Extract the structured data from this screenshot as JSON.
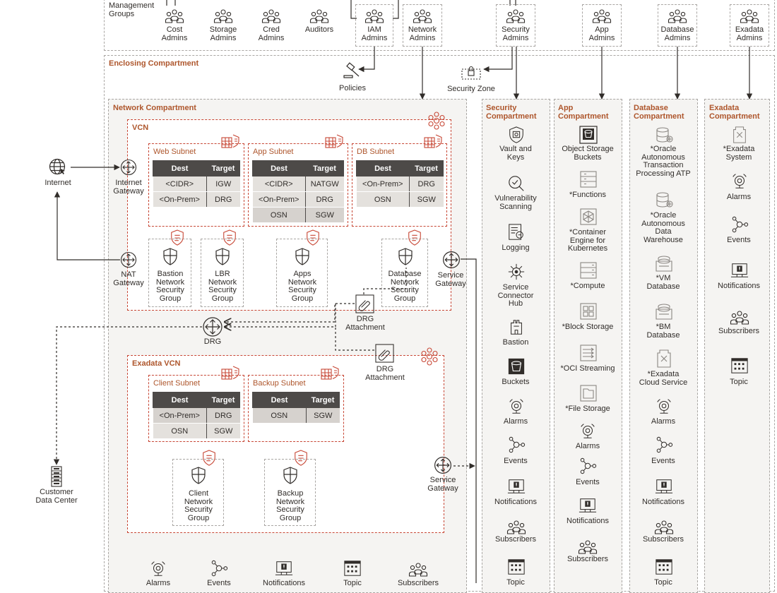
{
  "management": {
    "title": "Management\nGroups",
    "groups": [
      {
        "id": "cost",
        "label": "Cost\nAdmins"
      },
      {
        "id": "storage",
        "label": "Storage\nAdmins"
      },
      {
        "id": "cred",
        "label": "Cred\nAdmins"
      },
      {
        "id": "auditors",
        "label": "Auditors"
      },
      {
        "id": "iam",
        "label": "IAM\nAdmins"
      },
      {
        "id": "network",
        "label": "Network\nAdmins"
      },
      {
        "id": "security",
        "label": "Security\nAdmins"
      },
      {
        "id": "app",
        "label": "App\nAdmins"
      },
      {
        "id": "database",
        "label": "Database\nAdmins"
      },
      {
        "id": "exadata",
        "label": "Exadata\nAdmins"
      }
    ]
  },
  "enclosing": {
    "title": "Enclosing Compartment",
    "policies": "Policies",
    "security_zone": "Security Zone"
  },
  "internet": {
    "label": "Internet"
  },
  "internet_gateway": {
    "label": "Internet\nGateway"
  },
  "nat_gateway": {
    "label": "NAT\nGateway"
  },
  "drg": {
    "label": "DRG"
  },
  "customer_dc": {
    "label": "Customer\nData Center"
  },
  "network": {
    "title": "Network Compartment",
    "vcn": {
      "title": "VCN",
      "subnets": [
        {
          "title": "Web Subnet",
          "headers": [
            "Dest",
            "Target"
          ],
          "rows": [
            [
              "<CIDR>",
              "IGW"
            ],
            [
              "<On-Prem>",
              "DRG"
            ]
          ]
        },
        {
          "title": "App Subnet",
          "headers": [
            "Dest",
            "Target"
          ],
          "rows": [
            [
              "<CIDR>",
              "NATGW"
            ],
            [
              "<On-Prem>",
              "DRG"
            ],
            [
              "OSN",
              "SGW"
            ]
          ]
        },
        {
          "title": "DB Subnet",
          "headers": [
            "Dest",
            "Target"
          ],
          "rows": [
            [
              "<On-Prem>",
              "DRG"
            ],
            [
              "OSN",
              "SGW"
            ]
          ]
        }
      ],
      "nsgs": [
        "Bastion\nNetwork\nSecurity\nGroup",
        "LBR\nNetwork\nSecurity\nGroup",
        "Apps\nNetwork\nSecurity\nGroup",
        "Database\nNetwork\nSecurity\nGroup"
      ],
      "service_gateway": "Service\nGateway",
      "drg_attachment": "DRG\nAttachment"
    },
    "exadata_vcn": {
      "title": "Exadata VCN",
      "subnets": [
        {
          "title": "Client Subnet",
          "headers": [
            "Dest",
            "Target"
          ],
          "rows": [
            [
              "<On-Prem>",
              "DRG"
            ],
            [
              "OSN",
              "SGW"
            ]
          ]
        },
        {
          "title": "Backup Subnet",
          "headers": [
            "Dest",
            "Target"
          ],
          "rows": [
            [
              "OSN",
              "SGW"
            ]
          ]
        }
      ],
      "nsgs": [
        "Client\nNetwork\nSecurity\nGroup",
        "Backup\nNetwork\nSecurity\nGroup"
      ],
      "service_gateway": "Service\nGateway",
      "drg_attachment": "DRG\nAttachment"
    },
    "bottom_services": [
      "Alarms",
      "Events",
      "Notifications",
      "Topic",
      "Subscribers"
    ]
  },
  "security_compartment": {
    "title": "Security\nCompartment",
    "services": [
      "Vault and\nKeys",
      "Vulnerability\nScanning",
      "Logging",
      "Service\nConnector\nHub",
      "Bastion",
      "Buckets",
      "Alarms",
      "Events",
      "Notifications",
      "Subscribers",
      "Topic"
    ]
  },
  "app_compartment": {
    "title": "App\nCompartment",
    "services": [
      "Object Storage\nBuckets",
      "*Functions",
      "*Container\nEngine for\nKubernetes",
      "*Compute",
      "*Block Storage",
      "*OCI Streaming",
      "*File Storage",
      "Alarms",
      "Events",
      "Notifications",
      "Subscribers"
    ]
  },
  "database_compartment": {
    "title": "Database\nCompartment",
    "services": [
      "*Oracle\nAutonomous\nTransaction\nProcessing ATP",
      "*Oracle\nAutonomous\nData\nWarehouse",
      "*VM\nDatabase",
      "*BM\nDatabase",
      "*Exadata\nCloud Service",
      "Alarms",
      "Events",
      "Notifications",
      "Subscribers",
      "Topic"
    ]
  },
  "exadata_compartment": {
    "title": "Exadata\nCompartment",
    "services": [
      "*Exadata\nSystem",
      "Alarms",
      "Events",
      "Notifications",
      "Subscribers",
      "Topic"
    ]
  },
  "colors": {
    "accent": "#c74634",
    "title": "#ae562c",
    "line": "#312d2a",
    "dash": "#a9a6a3",
    "table_header": "#4d4a48"
  }
}
